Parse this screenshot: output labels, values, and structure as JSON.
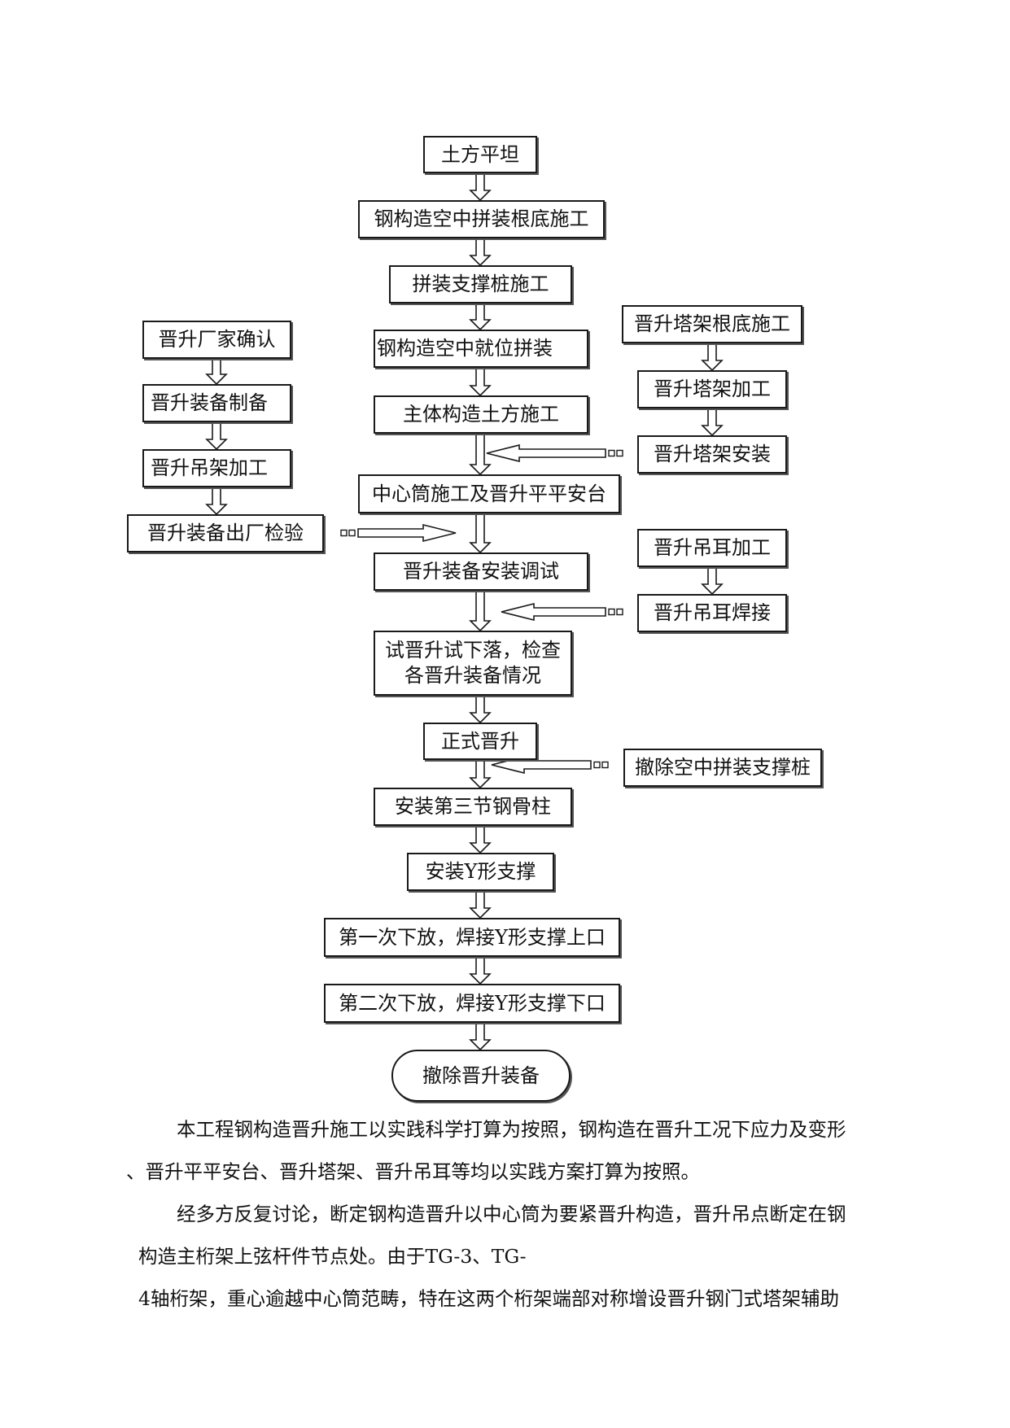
{
  "flowchart": {
    "main": [
      "土方平坦",
      "钢构造空中拼装根底施工",
      "拼装支撑桩施工",
      "钢构造空中就位拼装",
      "主体构造土方施工",
      "中心筒施工及晋升平平安台",
      "晋升装备安装调试",
      "试晋升试下落，检查各晋升装备情况",
      "正式晋升",
      "安装第三节钢骨柱",
      "安装Y形支撑",
      "第一次下放，焊接Y形支撑上口",
      "第二次下放，焊接Y形支撑下口",
      "撤除晋升装备"
    ],
    "left": [
      "晋升厂家确认",
      "晋升装备制备",
      "晋升吊架加工",
      "晋升装备出厂检验"
    ],
    "right_tower": [
      "晋升塔架根底施工",
      "晋升塔架加工",
      "晋升塔架安装"
    ],
    "right_ear": [
      "晋升吊耳加工",
      "晋升吊耳焊接"
    ],
    "right_pile": "撤除空中拼装支撑桩"
  },
  "text": {
    "para1_line1": "本工程钢构造晋升施工以实践科学打算为按照，钢构造在晋升工况下应力及变形",
    "para1_line2": "、晋升平平安台、晋升塔架、晋升吊耳等均以实践方案打算为按照。",
    "para2_line1": "经多方反复讨论，断定钢构造晋升以中心筒为要紧晋升构造，晋升吊点断定在钢",
    "para2_line2": "构造主桁架上弦杆件节点处。由于TG-3、TG-",
    "para2_line3": "4轴桁架，重心逾越中心筒范畴，特在这两个桁架端部对称增设晋升钢门式塔架辅助"
  }
}
